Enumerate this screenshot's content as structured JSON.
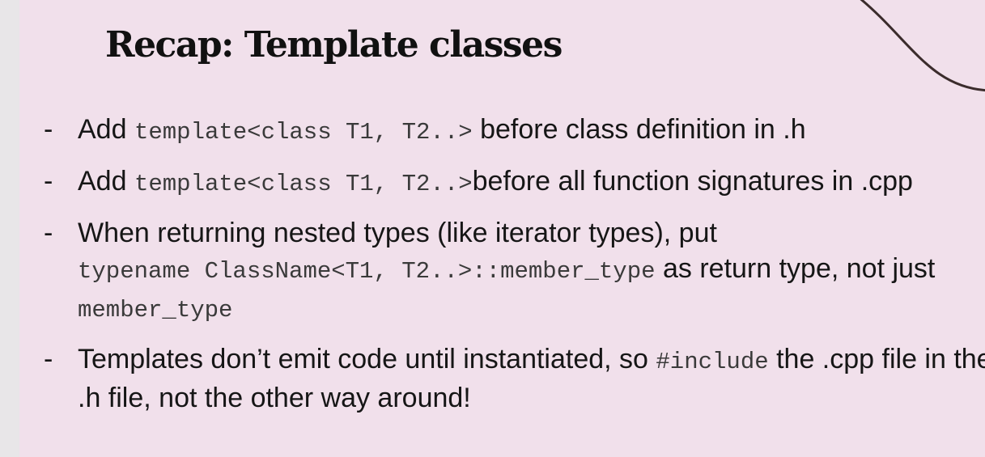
{
  "slide": {
    "title": "Recap: Template classes",
    "bullet_marker": "-",
    "bullets": [
      {
        "parts": [
          {
            "text": "Add ",
            "style": "text"
          },
          {
            "text": "template<class T1, T2..>",
            "style": "code"
          },
          {
            "text": " before class definition in .h",
            "style": "text"
          }
        ]
      },
      {
        "parts": [
          {
            "text": "Add ",
            "style": "text"
          },
          {
            "text": "template<class T1, T2..>",
            "style": "code"
          },
          {
            "text": "before all function signatures in .cpp",
            "style": "text"
          }
        ]
      },
      {
        "parts": [
          {
            "text": "When returning nested types (like iterator types), put ",
            "style": "text"
          },
          {
            "text": "typename ClassName<T1, T2..>::member_type",
            "style": "code"
          },
          {
            "text": " as return type, not just ",
            "style": "text"
          },
          {
            "text": "member_type",
            "style": "code"
          }
        ]
      },
      {
        "parts": [
          {
            "text": "Templates don’t emit code until instantiated, so ",
            "style": "text"
          },
          {
            "text": "#include",
            "style": "code"
          },
          {
            "text": " the .cpp file in the .h file, not the other way around!",
            "style": "text"
          }
        ]
      }
    ],
    "colors": {
      "background": "#f1e0eb",
      "outer_background": "#e8e6e8",
      "text": "#161616",
      "code": "#3a3a3a",
      "decoration_stroke": "#3b2c2c"
    }
  }
}
